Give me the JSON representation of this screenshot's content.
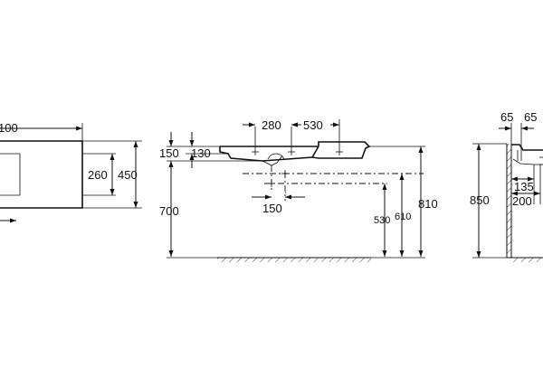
{
  "views": {
    "left": {
      "dims": {
        "top": "100",
        "depth_outer": "450",
        "depth_inner": "260"
      }
    },
    "middle": {
      "dims": {
        "gap_280": "280",
        "gap_530_top": "530",
        "h150": "150",
        "h130": "130",
        "h700": "700",
        "w150": "150",
        "h530": "530",
        "h610": "610",
        "h810": "810"
      }
    },
    "right": {
      "dims": {
        "a65": "65",
        "b65": "65",
        "h850": "850",
        "d135": "135",
        "d200": "200"
      }
    }
  }
}
